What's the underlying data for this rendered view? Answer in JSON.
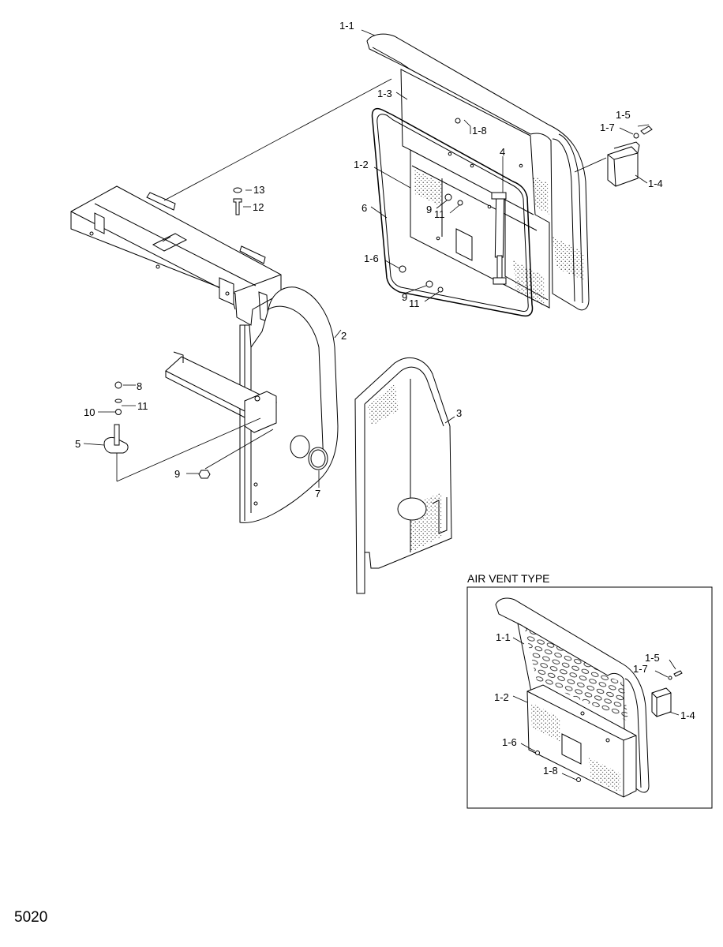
{
  "page_number": "5020",
  "inset_title": "AIR VENT TYPE",
  "callouts": {
    "c1_1": "1-1",
    "c1_3": "1-3",
    "c1_8": "1-8",
    "c1_5": "1-5",
    "c1_7": "1-7",
    "c1_4": "1-4",
    "c4": "4",
    "c1_2": "1-2",
    "c9a": "9",
    "c11a": "11",
    "c6": "6",
    "c1_6": "1-6",
    "c9b": "9",
    "c11b": "11",
    "c13": "13",
    "c12": "12",
    "c2": "2",
    "c8": "8",
    "c10": "10",
    "c11c": "11",
    "c5": "5",
    "c9c": "9",
    "c7": "7",
    "c3": "3"
  },
  "inset_callouts": {
    "c1_1": "1-1",
    "c1_5": "1-5",
    "c1_7": "1-7",
    "c1_2": "1-2",
    "c1_4": "1-4",
    "c1_6": "1-6",
    "c1_8": "1-8"
  }
}
